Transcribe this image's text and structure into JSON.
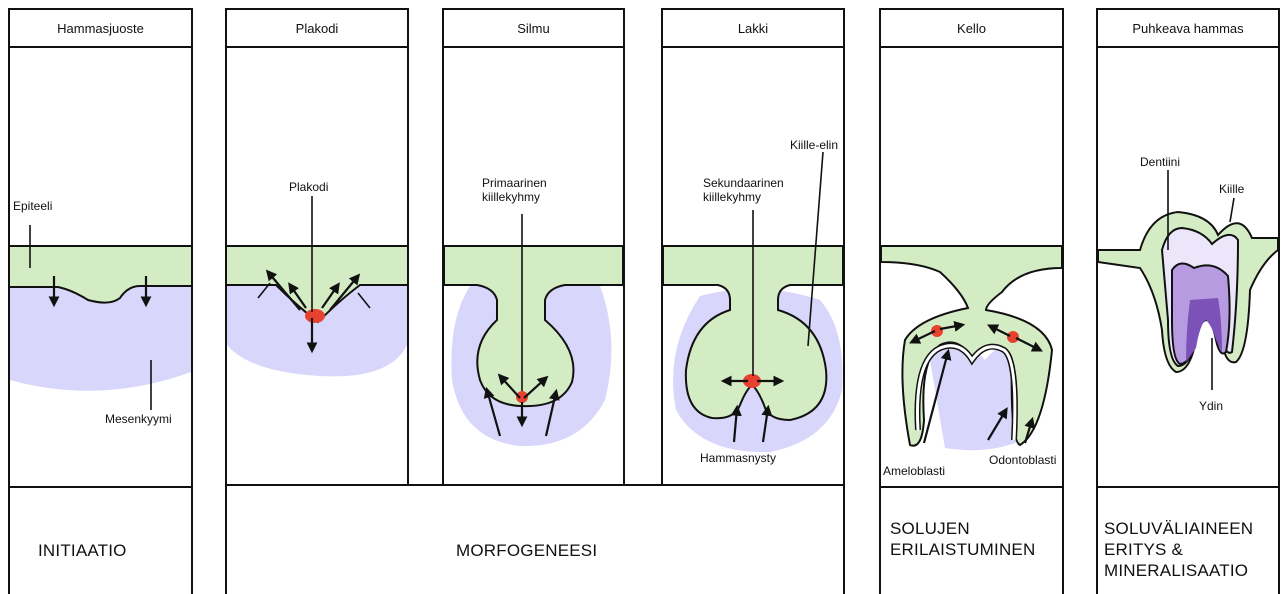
{
  "stages": [
    {
      "title": "Hammasjuoste"
    },
    {
      "title": "Plakodi"
    },
    {
      "title": "Silmu"
    },
    {
      "title": "Lakki"
    },
    {
      "title": "Kello"
    },
    {
      "title": "Puhkeava hammas"
    }
  ],
  "labels": {
    "epiteeli": "Epiteeli",
    "mesenkyymi": "Mesenkyymi",
    "plakodi": "Plakodi",
    "primaarinen": "Primaarinen\nkiillekyhmy",
    "sekundaarinen": "Sekundaarinen\nkiillekyhmy",
    "kiille_elin": "Kiille-elin",
    "hammasnysty": "Hammasnysty",
    "ameloblasti": "Ameloblasti",
    "odontoblasti": "Odontoblasti",
    "dentiini": "Dentiini",
    "kiille": "Kiille",
    "ydin": "Ydin"
  },
  "phases": {
    "initiaatio": "INITIAATIO",
    "morfogeneesi": "MORFOGENEESI",
    "erilaistuminen": "SOLUJEN\nERILAISTUMINEN",
    "eritys": "SOLUVÄLIAINEEN\nERITYS &\nMINERALISAATIO"
  },
  "colors": {
    "epithelium": "#d4ecc4",
    "mesenchyme": "#d9d6fb",
    "signaling_center": "#e8412f",
    "dentin": "#ece6fb",
    "pulp": "#b79be0",
    "pulp_dark": "#7d52b8"
  }
}
